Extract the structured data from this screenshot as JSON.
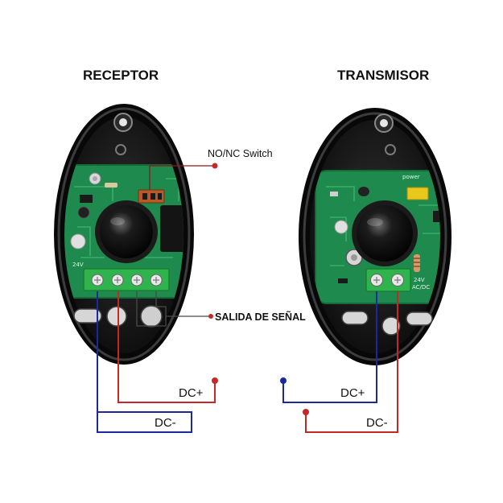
{
  "receptor": {
    "title": "RECEPTOR",
    "switch_label": "NO/NC Switch",
    "signal_label": "SALIDA DE SEÑAL",
    "dc_plus": "DC+",
    "dc_minus": "DC-",
    "pcb_voltage": "24V"
  },
  "transmisor": {
    "title": "TRANSMISOR",
    "dc_plus": "DC+",
    "dc_minus": "DC-",
    "pcb_power": "power",
    "pcb_voltage": "24V",
    "pcb_supply": "AC/DC"
  },
  "colors": {
    "positive_wire": "#c62828",
    "negative_wire": "#1a2a9c",
    "pcb": "#1e8a4d",
    "terminal_block": "#2fb34c",
    "housing": "#080808"
  }
}
